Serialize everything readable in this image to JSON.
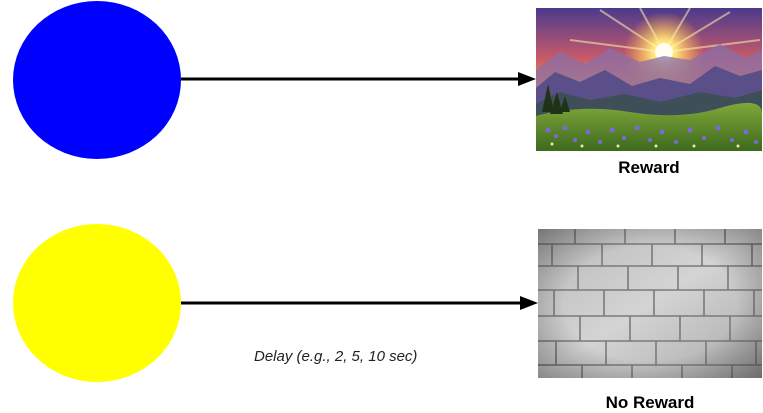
{
  "stimuli": [
    {
      "color_name": "blue",
      "fill": "#0000ff"
    },
    {
      "color_name": "yellow",
      "fill": "#ffff00"
    }
  ],
  "outcomes": [
    {
      "label": "Reward",
      "image": "sunset-landscape"
    },
    {
      "label": "No Reward",
      "image": "brick-wall"
    }
  ],
  "delay_text": "Delay (e.g., 2, 5, 10 sec)"
}
